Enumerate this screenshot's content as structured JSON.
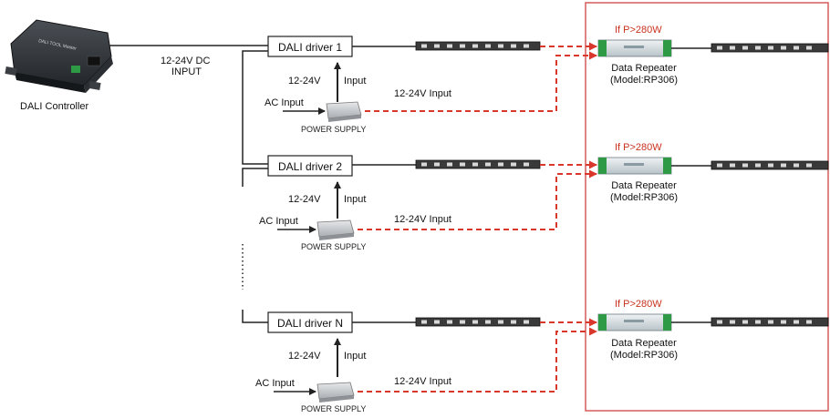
{
  "controller": {
    "name": "DALI Controller",
    "device_label": "DALI TOOL Master",
    "dc_input_label_1": "12-24V DC",
    "dc_input_label_2": "INPUT"
  },
  "rows": [
    {
      "driver": "DALI driver 1",
      "v_label": "12-24V",
      "input_label": "Input",
      "ac_input": "AC Input",
      "psu_label": "POWER SUPPLY",
      "psu_out_label": "12-24V Input",
      "condition": "If P>280W",
      "repeater_name": "Data Repeater",
      "repeater_model": "(Model:RP306)"
    },
    {
      "driver": "DALI driver 2",
      "v_label": "12-24V",
      "input_label": "Input",
      "ac_input": "AC Input",
      "psu_label": "POWER SUPPLY",
      "psu_out_label": "12-24V Input",
      "condition": "If P>280W",
      "repeater_name": "Data Repeater",
      "repeater_model": "(Model:RP306)"
    },
    {
      "driver": "DALI driver N",
      "v_label": "12-24V",
      "input_label": "Input",
      "ac_input": "AC Input",
      "psu_label": "POWER SUPPLY",
      "psu_out_label": "12-24V Input",
      "condition": "If P>280W",
      "repeater_name": "Data Repeater",
      "repeater_model": "(Model:RP306)"
    }
  ],
  "colors": {
    "line": "#222222",
    "dashed": "#d9372b",
    "condition_text": "#c8321e",
    "frame": "#d55a5a",
    "strip": "#3a3a3a"
  }
}
